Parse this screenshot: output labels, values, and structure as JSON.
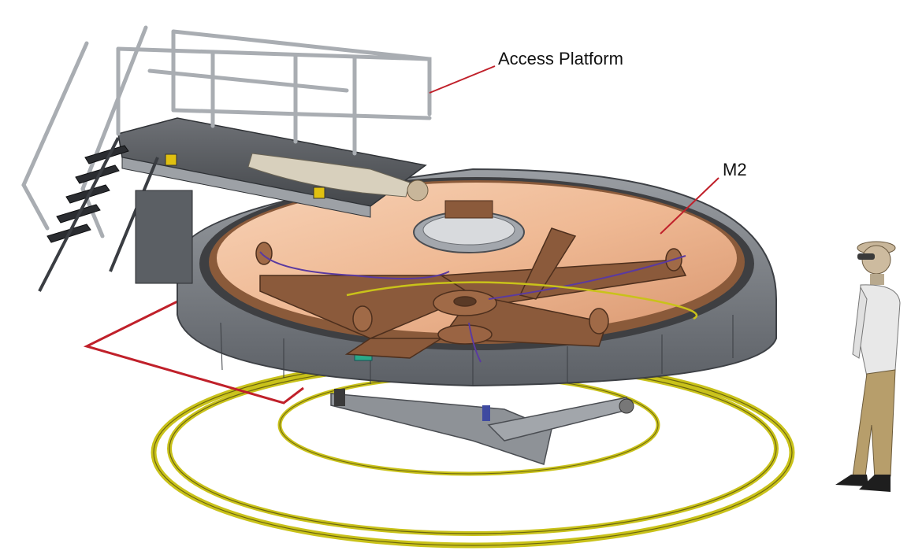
{
  "labels": {
    "access_platform": "Access Platform",
    "m2": "M2"
  },
  "colors": {
    "callout_line": "#c0202a",
    "floor_ring": "#c9c21a",
    "frame_steel": "#7d8085",
    "mirror_surface": "#f0b995",
    "mirror_structure": "#8a5a3a",
    "rail": "#a9adb2"
  },
  "icons": {
    "person": "standing-person-figure",
    "stairs": "access-stairs"
  }
}
